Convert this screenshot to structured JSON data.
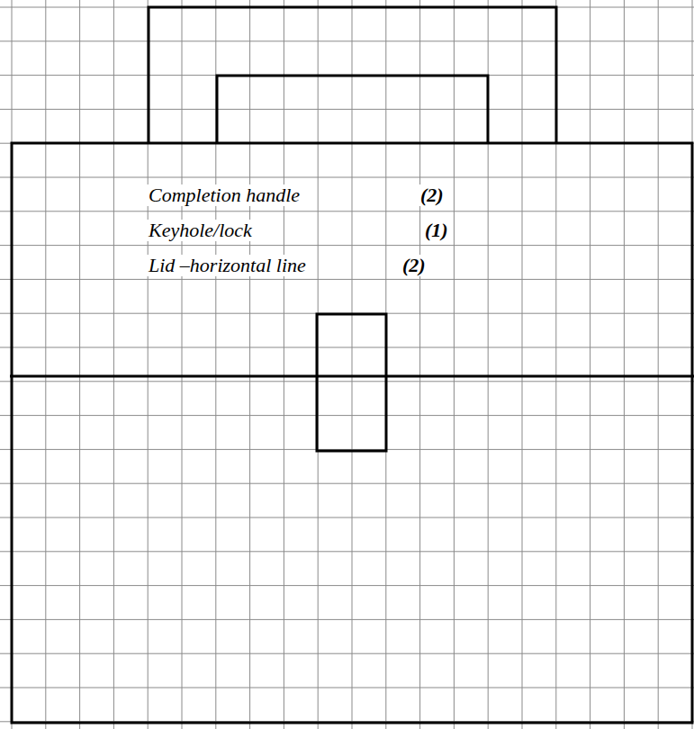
{
  "diagram": {
    "labels": [
      "Completion handle",
      "(2)",
      "Keyhole/lock",
      "(1)",
      "Lid –horizontal line",
      "(2)"
    ]
  }
}
